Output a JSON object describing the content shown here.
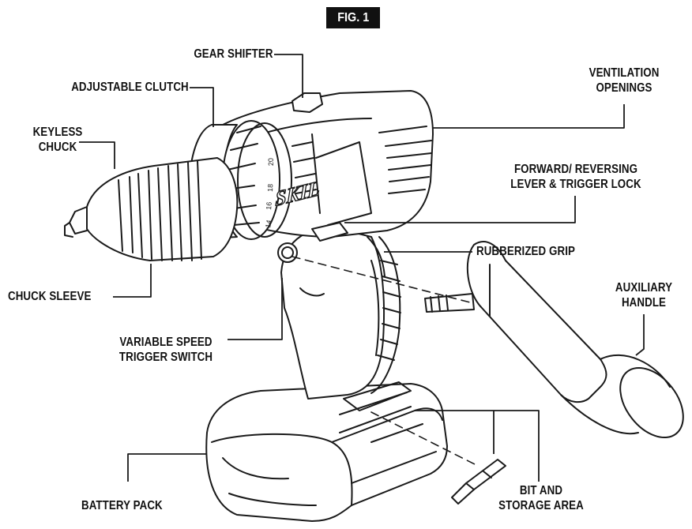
{
  "figure": {
    "title": "FIG. 1",
    "brand_mark": "SKIL"
  },
  "clutch_scale": [
    "14",
    "16",
    "18",
    "20"
  ],
  "labels": {
    "gear_shifter": "GEAR SHIFTER",
    "adjustable_clutch": "ADJUSTABLE CLUTCH",
    "keyless_chuck": [
      "KEYLESS",
      "CHUCK"
    ],
    "ventilation_openings": [
      "VENTILATION",
      "OPENINGS"
    ],
    "forward_reversing": [
      "FORWARD/ REVERSING",
      "LEVER & TRIGGER LOCK"
    ],
    "rubberized_grip": "RUBBERIZED GRIP",
    "chuck_sleeve": "CHUCK SLEEVE",
    "auxiliary_handle": [
      "AUXILIARY",
      "HANDLE"
    ],
    "variable_speed": [
      "VARIABLE SPEED",
      "TRIGGER SWITCH"
    ],
    "bit_storage": [
      "BIT AND",
      "STORAGE AREA"
    ],
    "battery_pack": "BATTERY PACK"
  }
}
